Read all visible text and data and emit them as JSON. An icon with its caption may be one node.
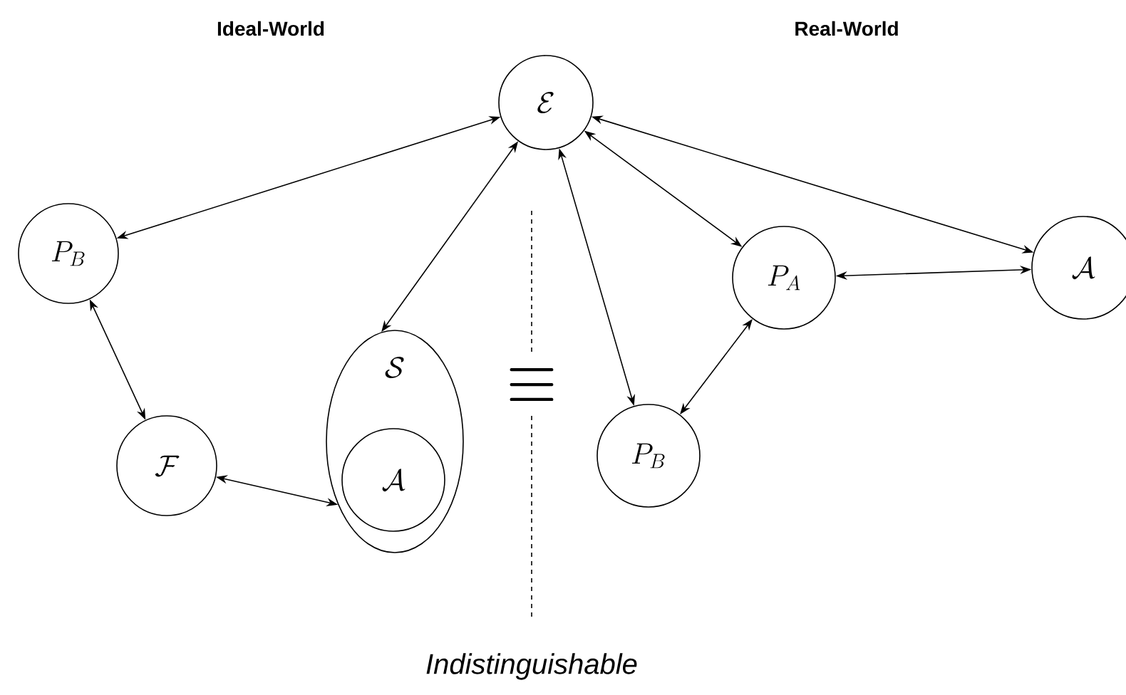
{
  "diagram": {
    "nodes": [
      {
        "text": [
          "\\mathcal{E}"
        ]
      },
      {
        "text": [
          "P_B"
        ]
      },
      {
        "text": [
          "\\mathcal{S}"
        ]
      },
      {
        "text": [
          "\\mathcal{A}"
        ],
        "in": 2
      },
      {
        "text": [
          "\\mathcal{F}"
        ]
      },
      {
        "text": [
          "P_A"
        ]
      },
      {
        "text": [
          "\\mathcal{A}"
        ]
      },
      {
        "text": [
          "P_B"
        ]
      }
    ],
    "edges": [
      {
        "from": 0,
        "to": 1,
        "arrow": "both"
      },
      {
        "from": 0,
        "to": 2,
        "arrow": "both"
      },
      {
        "from": 1,
        "to": 4,
        "arrow": "both"
      },
      {
        "from": 4,
        "to": 2,
        "arrow": "both"
      },
      {
        "from": 0,
        "to": 5,
        "arrow": "both"
      },
      {
        "from": 0,
        "to": 6,
        "arrow": "both"
      },
      {
        "from": 0,
        "to": 7,
        "arrow": "both"
      },
      {
        "from": 5,
        "to": 6,
        "arrow": "both"
      },
      {
        "from": 5,
        "to": 7,
        "arrow": "both"
      }
    ],
    "labels": [
      "Ideal-World",
      "Real-World",
      "\\equiv",
      "Indistinguishable"
    ]
  }
}
